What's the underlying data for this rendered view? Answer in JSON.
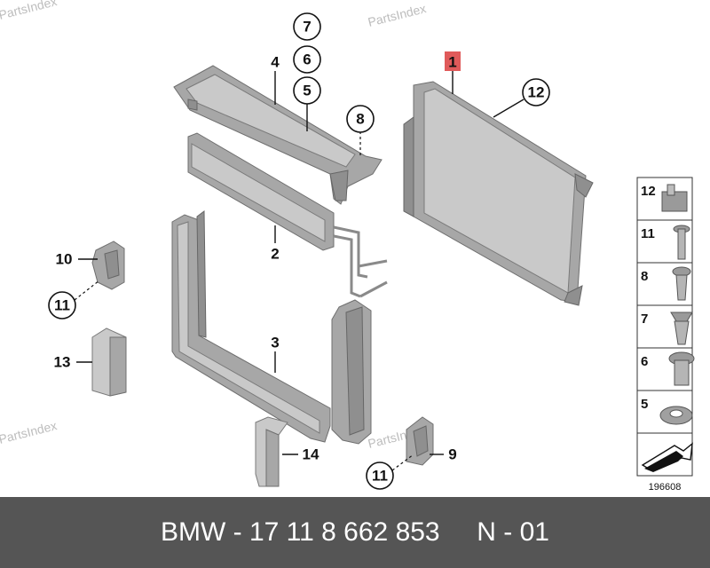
{
  "watermark": "PartsIndex",
  "callouts": {
    "c1": "1",
    "c12": "12",
    "c7": "7",
    "c6": "6",
    "c5": "5",
    "c4": "4",
    "c8": "8",
    "c2": "2",
    "c3": "3",
    "c10": "10",
    "c11a": "11",
    "c13": "13",
    "c14": "14",
    "c9": "9",
    "c11b": "11"
  },
  "legend": {
    "items": [
      "12",
      "11",
      "8",
      "7",
      "6",
      "5"
    ],
    "ref": "196608"
  },
  "colors": {
    "highlight": "#e05a5a",
    "footer_bg": "#555555",
    "footer_text": "#ffffff"
  },
  "footer": {
    "text": "BMW - 17 11 8 662 853     N - 01"
  }
}
